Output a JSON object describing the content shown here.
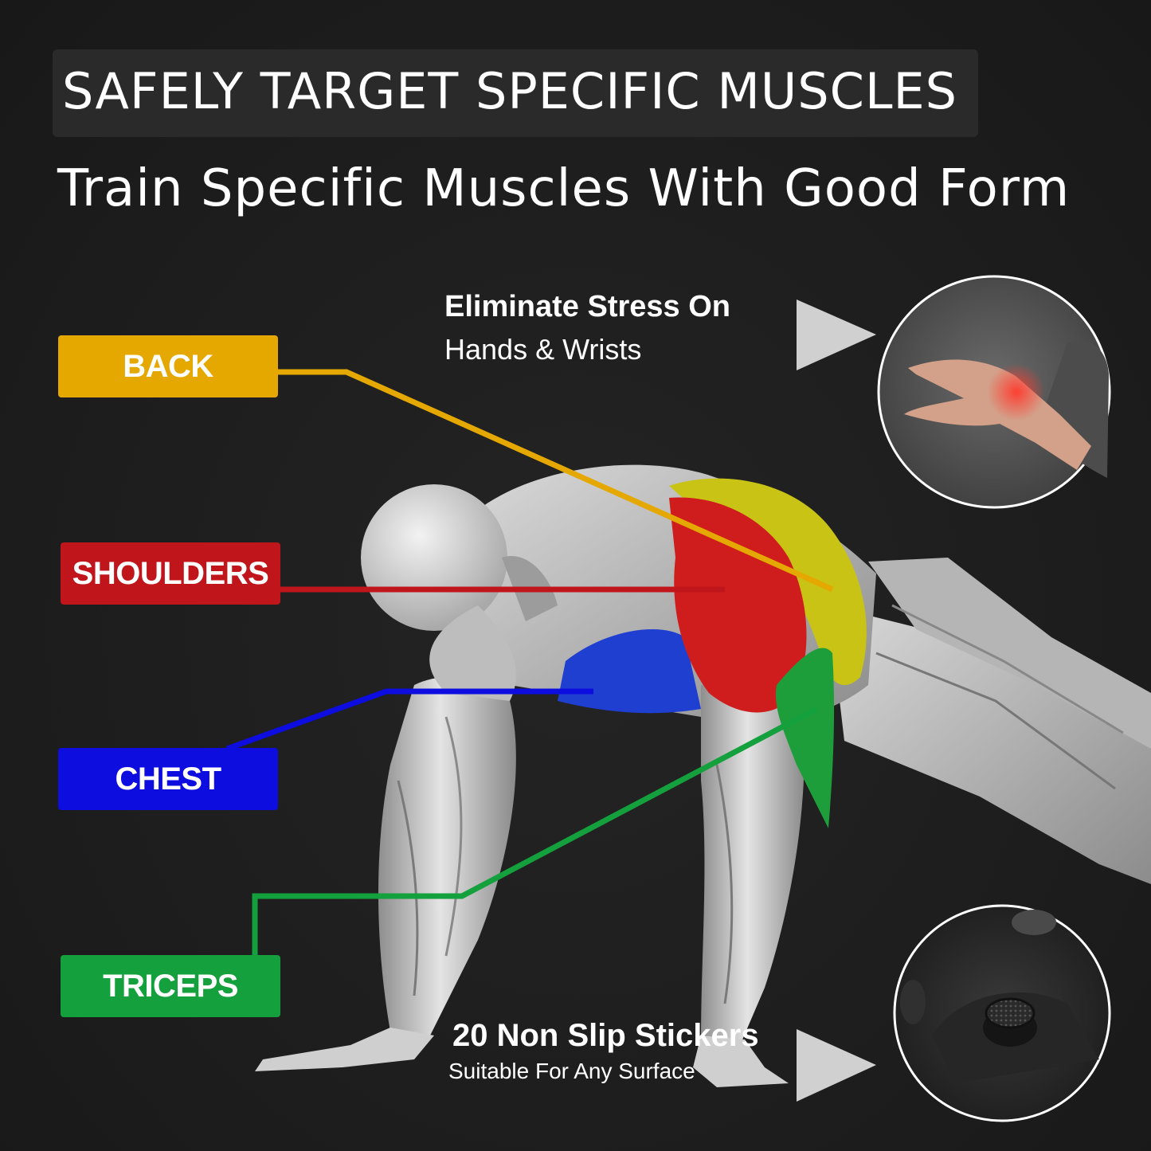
{
  "header": {
    "headline": "SAFELY TARGET SPECIFIC MUSCLES",
    "subheadline": "Train Specific Muscles With Good Form"
  },
  "muscle_tags": [
    {
      "label": "BACK",
      "color": "#e5a800"
    },
    {
      "label": "SHOULDERS",
      "color": "#c0161b"
    },
    {
      "label": "CHEST",
      "color": "#0d0de0"
    },
    {
      "label": "TRICEPS",
      "color": "#14a03c"
    }
  ],
  "features": {
    "wrists": {
      "title": "Eliminate Stress On",
      "subtitle": "Hands & Wrists",
      "icon": "play-arrow-icon"
    },
    "stickers": {
      "title": "20 Non Slip Stickers",
      "subtitle": "Suitable For Any Surface",
      "icon": "play-arrow-icon"
    }
  },
  "colors": {
    "background": "#1e1e1e",
    "back": "#e5a800",
    "shoulders": "#c0161b",
    "chest": "#0d0de0",
    "triceps": "#14a03c"
  }
}
